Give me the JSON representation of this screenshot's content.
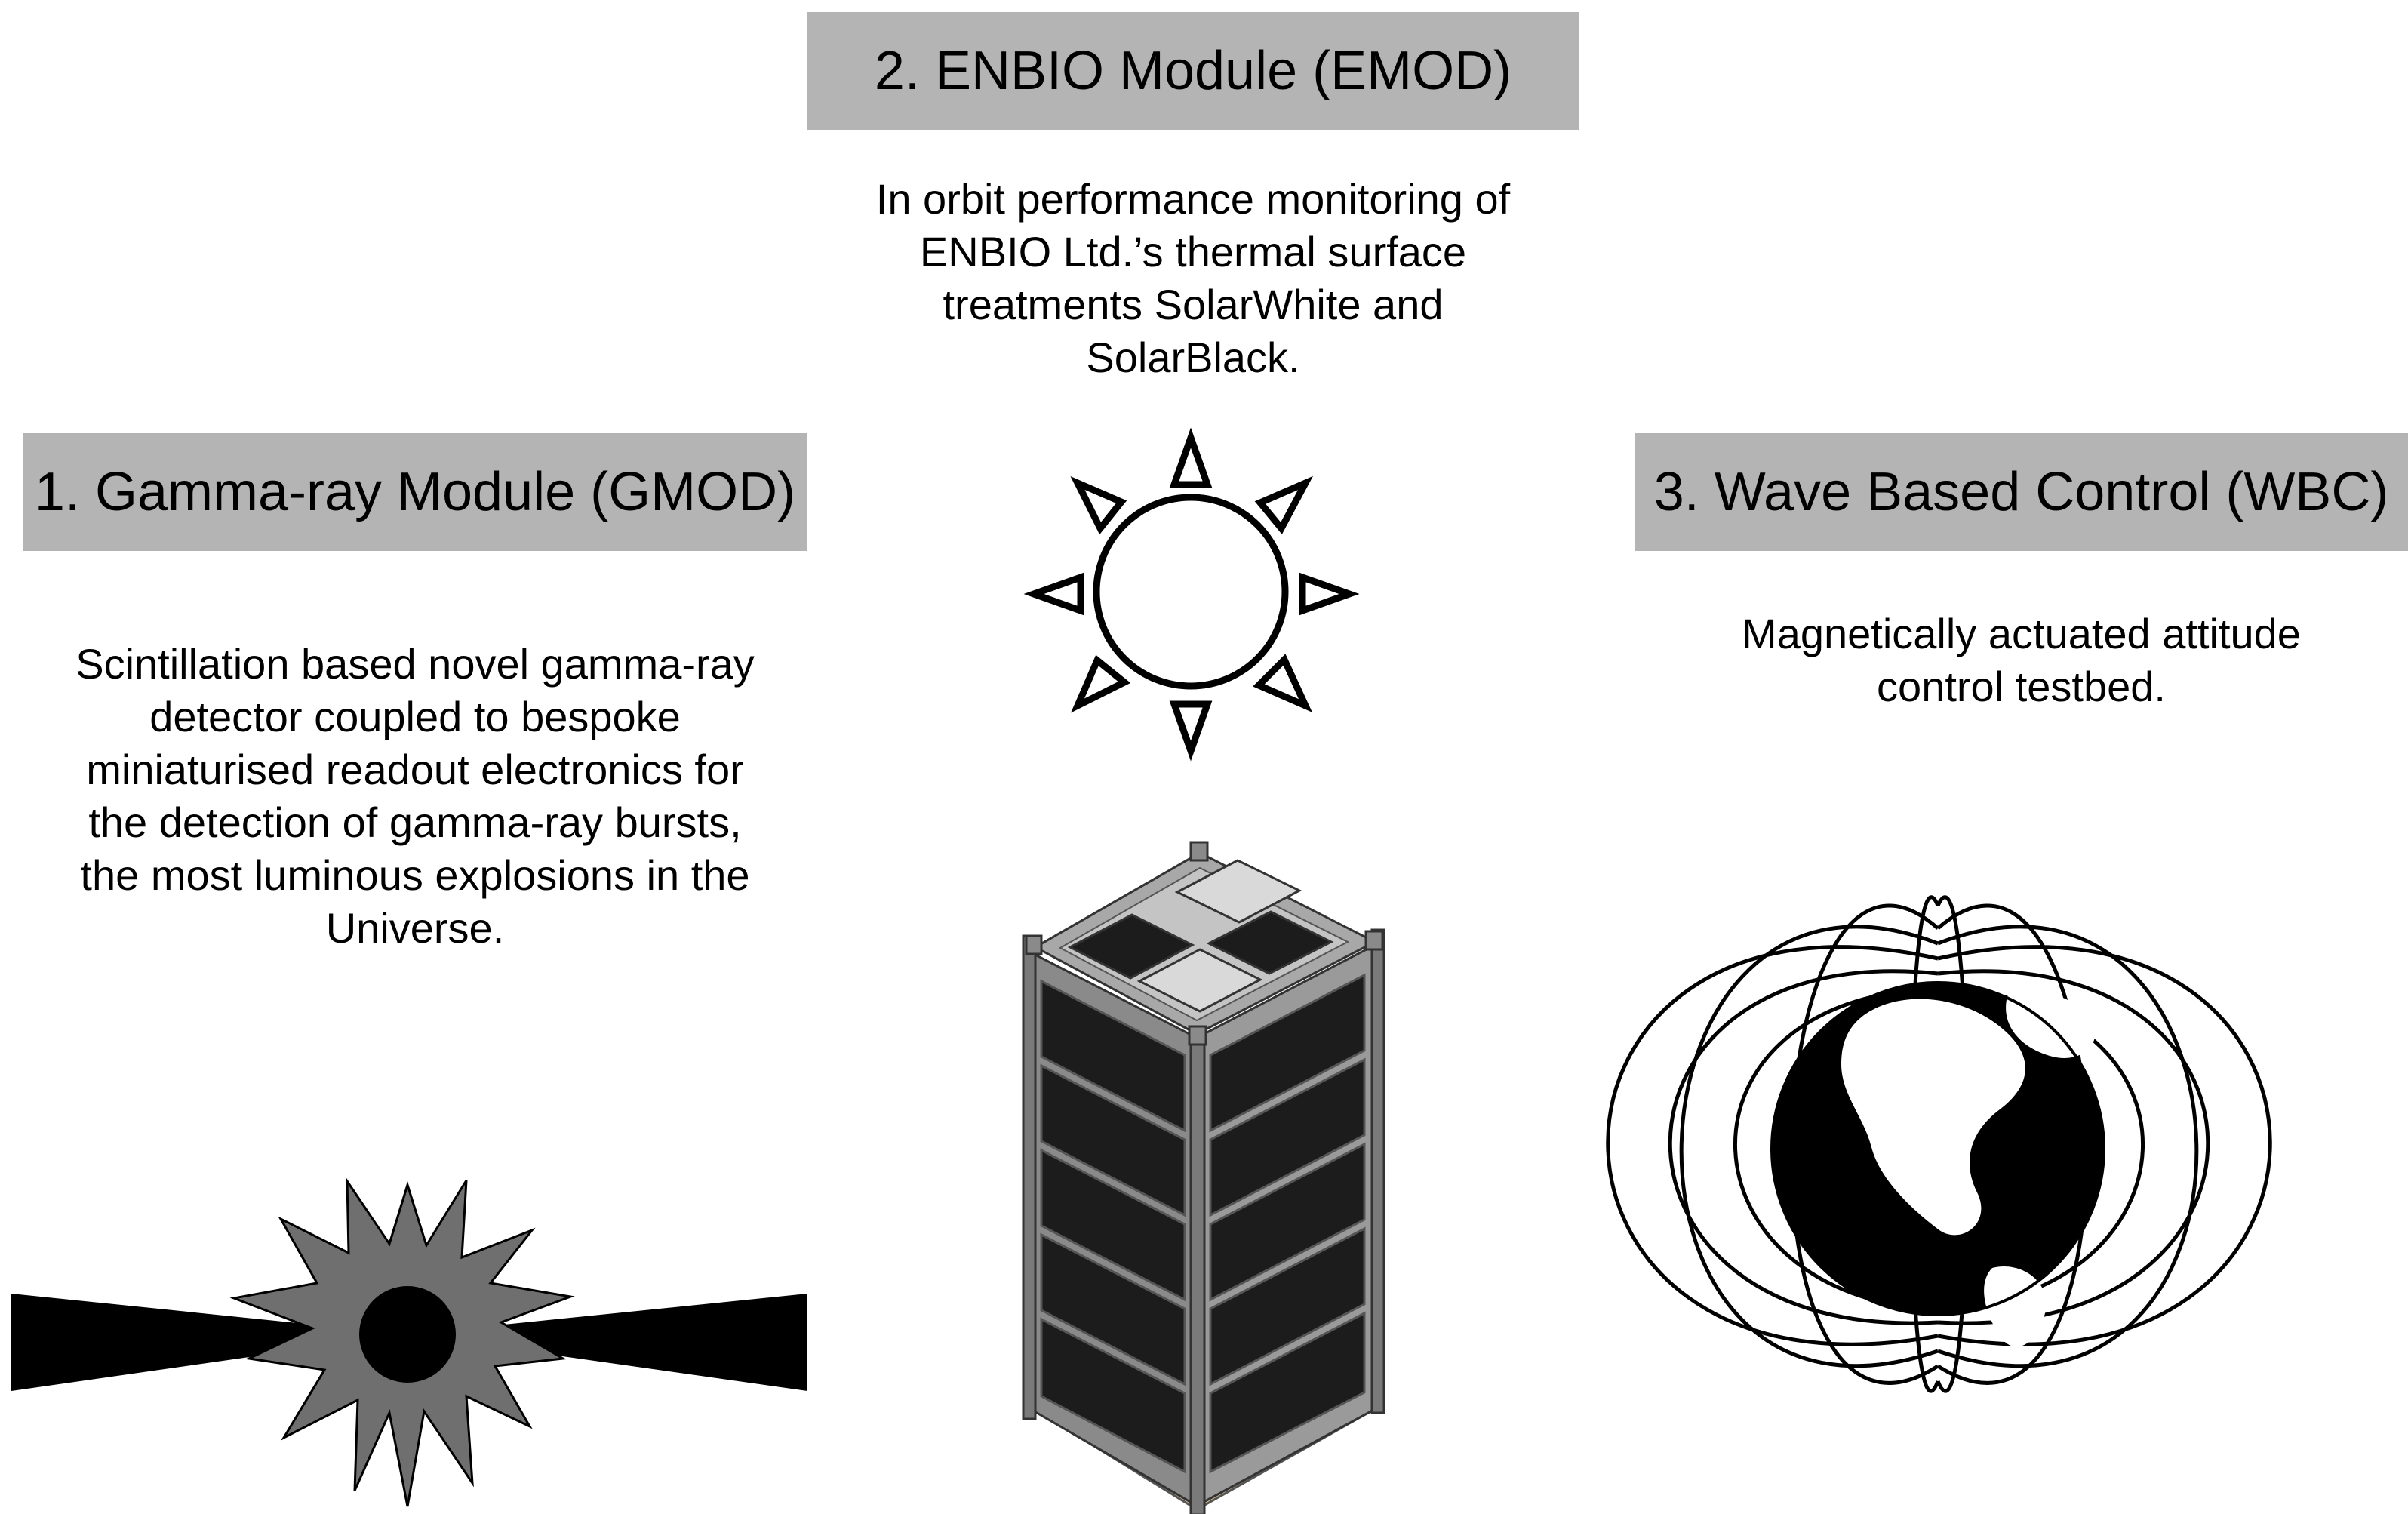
{
  "modules": [
    {
      "title": "1. Gamma-ray Module (GMOD)",
      "lines": [
        "Scintillation based novel gamma-ray",
        "detector coupled to bespoke",
        "miniaturised readout electronics for",
        "the detection of gamma-ray bursts,",
        "the most luminous explosions in the",
        "Universe."
      ],
      "icon": "gamma-ray-burst-icon"
    },
    {
      "title": "2. ENBIO Module (EMOD)",
      "lines": [
        "In orbit performance monitoring of",
        "ENBIO Ltd.’s thermal surface",
        "treatments SolarWhite and",
        "SolarBlack."
      ],
      "icon": "sun-icon"
    },
    {
      "title": "3. Wave Based Control (WBC)",
      "lines": [
        "Magnetically actuated attitude",
        "control testbed."
      ],
      "icon": "earth-magnetic-field-icon"
    }
  ],
  "center_image": "cubesat-illustration",
  "colors": {
    "header_bg": "#b4b4b4",
    "burst_fill": "#6f6f6f",
    "panel_dark": "#1c1c1c",
    "frame": "#8a8a8a",
    "tile_light": "#d9d9d9",
    "base_tan": "#d4b98c"
  }
}
